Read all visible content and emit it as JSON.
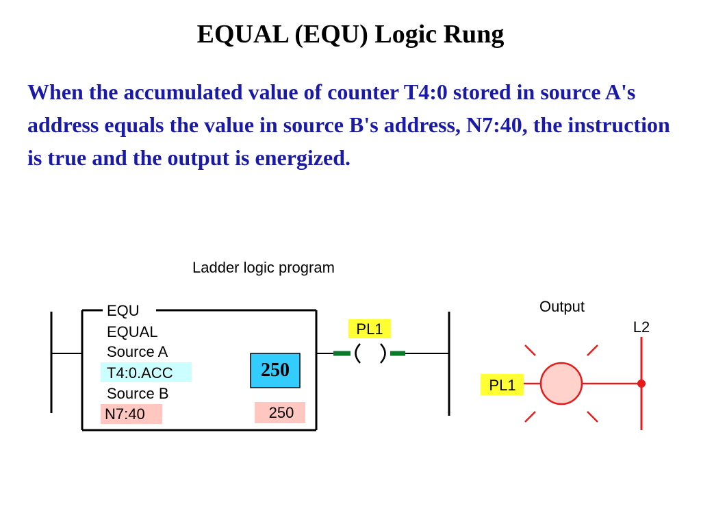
{
  "title": "EQUAL (EQU) Logic Rung",
  "description": "When the accumulated value of counter T4:0 stored in source A's address equals the value in source B's address, N7:40, the instruction is true and the output is energized.",
  "diagram": {
    "program_label": "Ladder logic program",
    "instruction": {
      "mnemonic": "EQU",
      "name": "EQUAL",
      "source_a_label": "Source A",
      "source_a_address": "T4:0.ACC",
      "source_a_value": "250",
      "source_b_label": "Source B",
      "source_b_address": "N7:40",
      "source_b_value": "250"
    },
    "coil_label": "PL1",
    "output_label": "Output",
    "lamp_label": "PL1",
    "rail_label": "L2",
    "colors": {
      "title_text": "#000000",
      "body_text": "#1a1aa6",
      "coil_label_bg": "#ffff33",
      "coil_green": "#0b7a2a",
      "source_a_bg": "#ccffff",
      "source_a_value_bg": "#33ccff",
      "source_b_bg": "#ffc7c0",
      "lamp_fill": "#ffd3cc",
      "lamp_red": "#e51a1a"
    }
  }
}
